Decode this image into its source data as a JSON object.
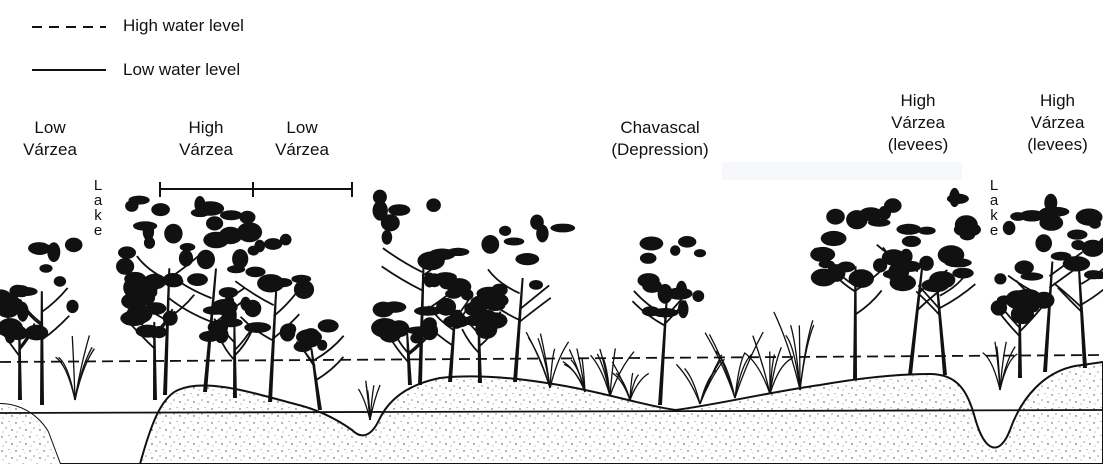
{
  "legend": {
    "high": "High water level",
    "low": "Low water level"
  },
  "zones": {
    "low_varzea_left": [
      "Low",
      "Várzea"
    ],
    "high_varzea_mid": [
      "High",
      "Várzea"
    ],
    "low_varzea_mid": [
      "Low",
      "Várzea"
    ],
    "chavascal": [
      "Chavascal",
      "(Depression)"
    ],
    "high_levees_1": [
      "High",
      "Várzea",
      "(levees)"
    ],
    "high_levees_2": [
      "High",
      "Várzea",
      "(levees)"
    ]
  },
  "lakes": {
    "left": "Lake",
    "right": "Lake"
  }
}
